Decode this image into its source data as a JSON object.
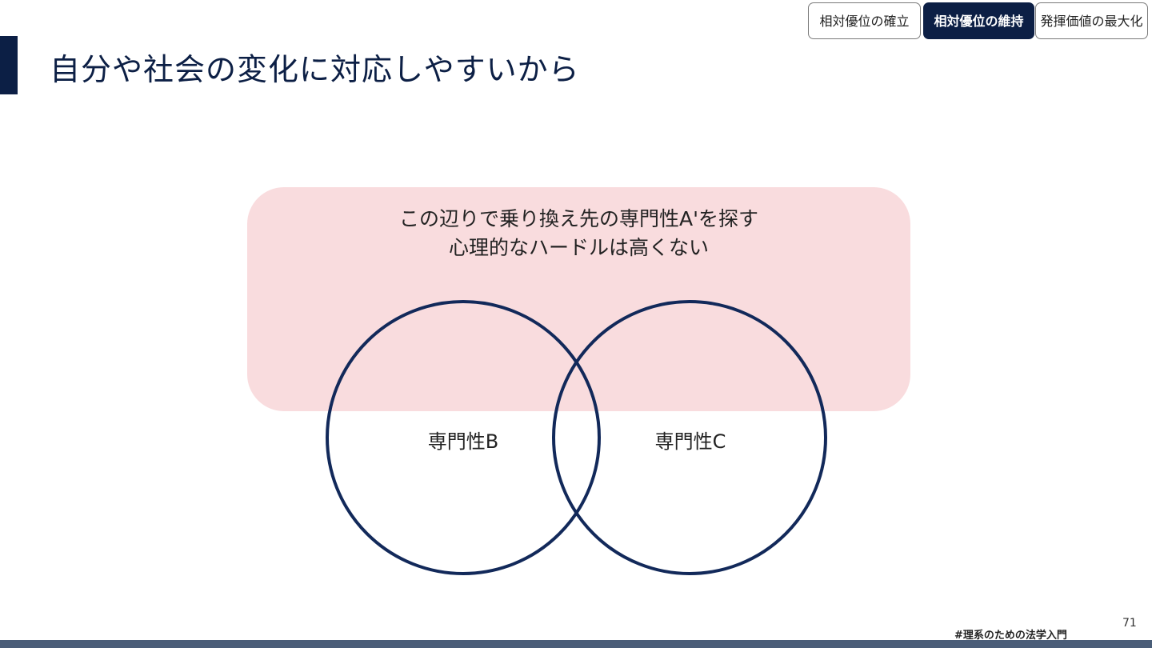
{
  "slide": {
    "title": "自分や社会の変化に対応しやすいから",
    "page_number": "71",
    "hashtag": "#理系のための法学入門"
  },
  "tabs": [
    {
      "label": "相対優位の確立",
      "active": false
    },
    {
      "label": "相対優位の維持",
      "active": true
    },
    {
      "label": "発揮価値の最大化",
      "active": false
    }
  ],
  "diagram": {
    "note_line1": "この辺りで乗り換え先の専門性A'を探す",
    "note_line2": "心理的なハードルは高くない",
    "circle_b_label": "専門性B",
    "circle_c_label": "専門性C"
  },
  "colors": {
    "navy": "#0c1f45",
    "pink": "#f9dcde",
    "circle_stroke": "#12295a",
    "footer": "#4a5d78"
  }
}
